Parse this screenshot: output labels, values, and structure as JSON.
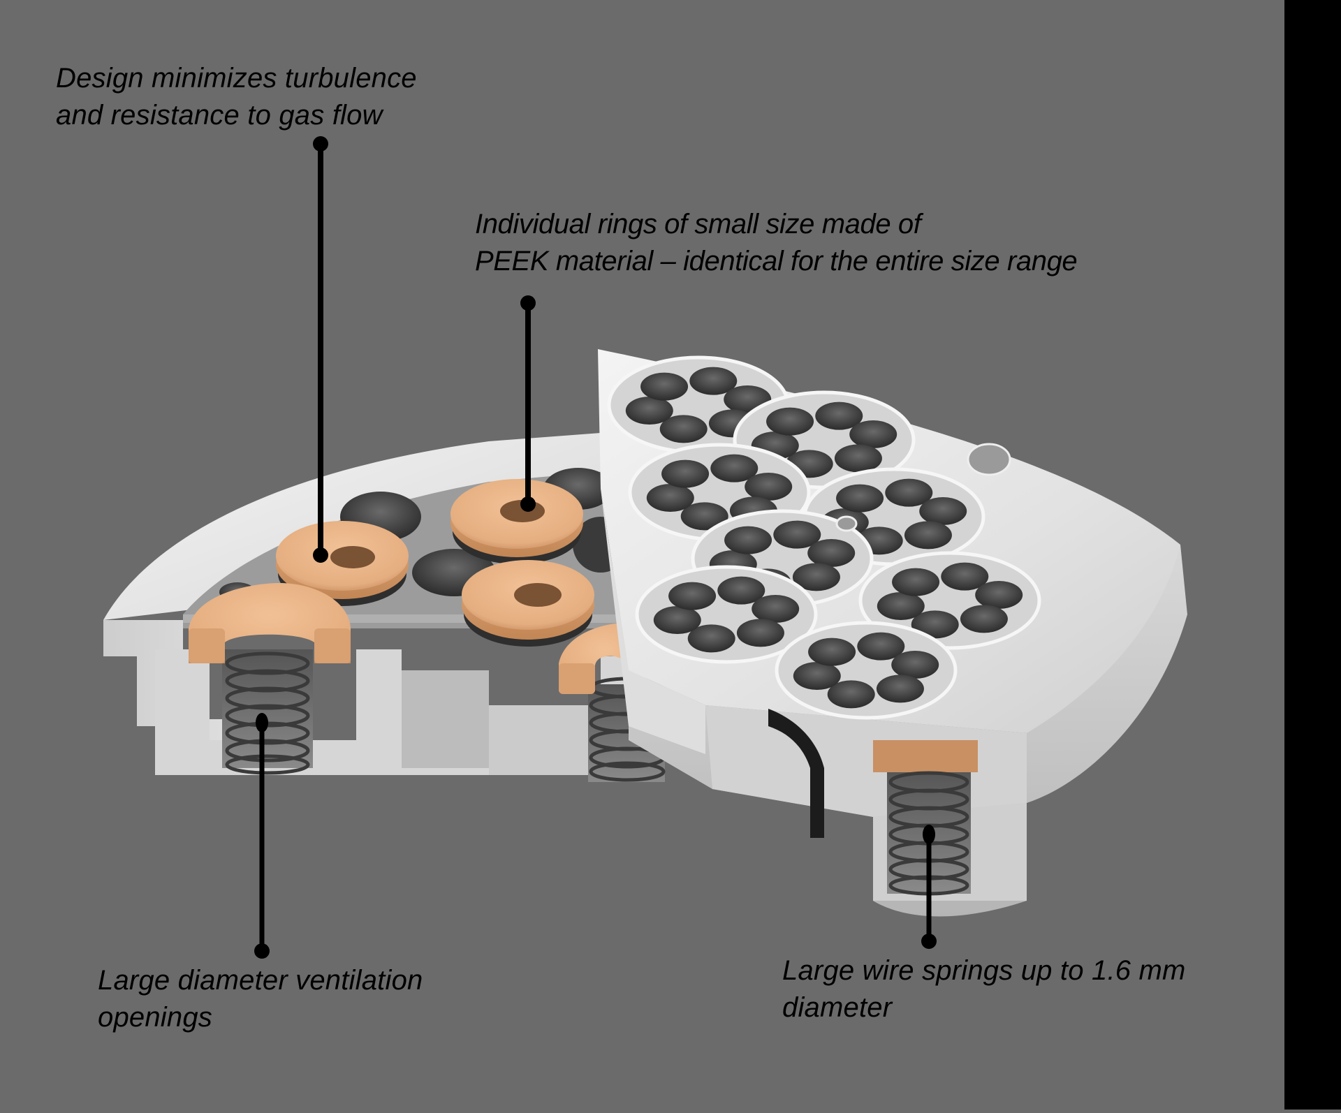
{
  "colors": {
    "background": "#6b6b6b",
    "edge_bar": "#000000",
    "callout_ink": "#000000",
    "metal_light": "#e6e6e6",
    "metal_mid": "#bdbdbd",
    "metal_dark": "#4a4a4a",
    "peek_ring": "#e8b184",
    "peek_ring_shade": "#c68f63",
    "spring": "#3a3a3a"
  },
  "callouts": [
    {
      "id": "flow-design",
      "lines": [
        "Design minimizes turbulence",
        "and resistance to gas flow"
      ],
      "target": "valve-ring-seat"
    },
    {
      "id": "peek-rings",
      "lines": [
        "Individual rings of small size made of",
        "PEEK material – identical for the entire size range"
      ],
      "target": "peek-ring"
    },
    {
      "id": "ventilation",
      "lines": [
        "Large diameter ventilation",
        "openings"
      ],
      "target": "ventilation-opening"
    },
    {
      "id": "springs",
      "lines": [
        "Large wire springs up to 1.6 mm",
        "diameter"
      ],
      "target": "wire-spring"
    }
  ]
}
